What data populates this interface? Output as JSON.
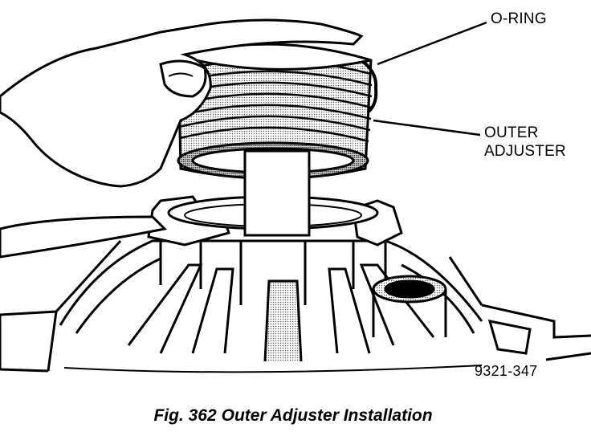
{
  "callouts": {
    "o_ring": "O-RING",
    "outer_adjuster_line1": "OUTER",
    "outer_adjuster_line2": "ADJUSTER"
  },
  "figure_number": "9321-347",
  "caption": {
    "fig": "Fig. 362",
    "title": "Outer Adjuster Installation"
  }
}
